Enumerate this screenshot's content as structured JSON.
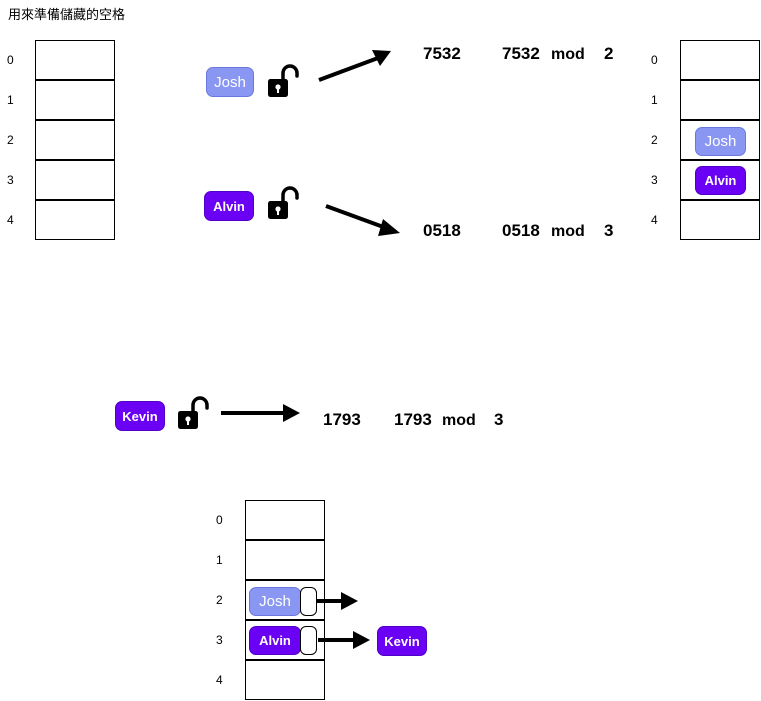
{
  "caption": "用來準備儲藏的空格",
  "indices": [
    "0",
    "1",
    "2",
    "3",
    "4"
  ],
  "names": {
    "josh": "Josh",
    "alvin": "Alvin",
    "kevin": "Kevin"
  },
  "hashes": {
    "josh": {
      "key": "7532",
      "expr_num": "7532",
      "expr_op": "mod",
      "result": "2"
    },
    "alvin": {
      "key": "0518",
      "expr_num": "0518",
      "expr_op": "mod",
      "result": "3"
    },
    "kevin": {
      "key": "1793",
      "expr_num": "1793",
      "expr_op": "mod",
      "result": "3"
    }
  },
  "colors": {
    "josh_fill": "#8a97f2",
    "alvin_fill": "#6a00f4",
    "kevin_fill": "#6a00f4"
  },
  "icons": {
    "lock": "lock-open-icon",
    "arrow": "arrow-right-icon"
  }
}
